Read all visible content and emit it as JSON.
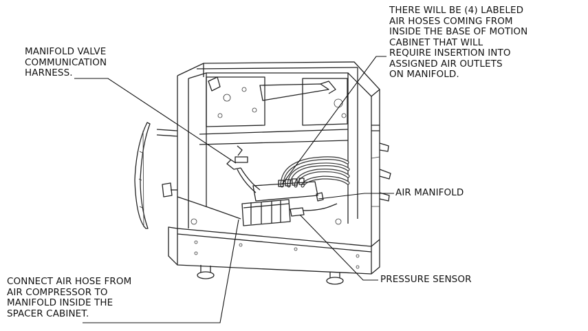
{
  "callouts": {
    "harness": [
      "MANIFOLD VALVE",
      "COMMUNICATION",
      "HARNESS."
    ],
    "hoses": [
      "THERE WILL BE (4) LABELED",
      "AIR HOSES  COMING FROM",
      "INSIDE THE BASE OF MOTION",
      "CABINET THAT WILL",
      "REQUIRE INSERTION INTO",
      "ASSIGNED AIR OUTLETS",
      "ON MANIFOLD."
    ],
    "manifold": [
      "AIR MANIFOLD"
    ],
    "sensor": [
      "PRESSURE SENSOR"
    ],
    "compressor": [
      "CONNECT AIR HOSE FROM",
      "AIR COMPRESSOR TO",
      "MANIFOLD INSIDE THE",
      "SPACER CABINET."
    ]
  }
}
